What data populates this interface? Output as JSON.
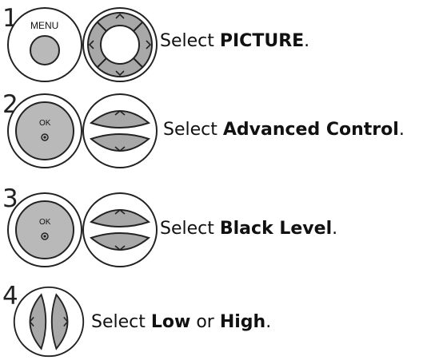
{
  "steps": [
    {
      "number": "1",
      "prefix": "Select ",
      "strong": "PICTURE",
      "suffix": "."
    },
    {
      "number": "2",
      "prefix": "Select ",
      "strong": "Advanced Control",
      "suffix": "."
    },
    {
      "number": "3",
      "prefix": "Select ",
      "strong": "Black Level",
      "suffix": "."
    },
    {
      "number": "4",
      "prefix": "Select ",
      "strong": "Low",
      "middle": " or ",
      "strong2": "High",
      "suffix": "."
    }
  ],
  "buttons": {
    "menu_label": "MENU",
    "ok_label": "OK"
  },
  "icons": {
    "menu": "menu-button-icon",
    "ok": "ok-button-icon",
    "navigation": "navigation-ring-icon",
    "up_down": "up-down-arrows-icon",
    "left_right": "left-right-arrows-icon"
  },
  "colors": {
    "button_fill": "#b9b9b9",
    "outline": "#222222",
    "arrow_fill": "#a8a8a8"
  }
}
